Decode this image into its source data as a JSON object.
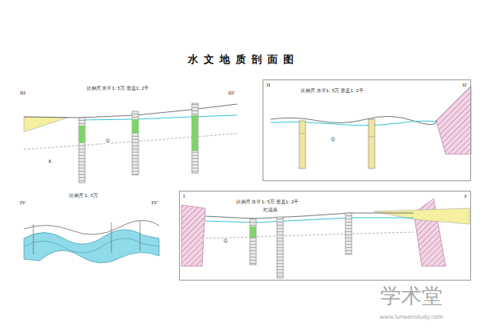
{
  "diagram": {
    "title": "水文地质剖面图",
    "nodes": [
      {
        "text": [
          "III",
          "III'",
          "比例尺 水平1: 5万 垂直1: 2千"
        ]
      },
      {
        "text": [
          "II",
          "II'",
          "比例尺 水平1: 5万 垂直1: 2千"
        ]
      },
      {
        "text": [
          "IV",
          "IV'",
          "比例尺 1: 5万"
        ]
      },
      {
        "text": [
          "I",
          "I'",
          "比例尺 水平1: 5万 垂直1: 2千"
        ]
      }
    ],
    "labels": [
      "红温泉",
      "Q",
      "Q",
      "Q",
      "K",
      "学术堂",
      "www.lunwenstudy.com"
    ]
  }
}
